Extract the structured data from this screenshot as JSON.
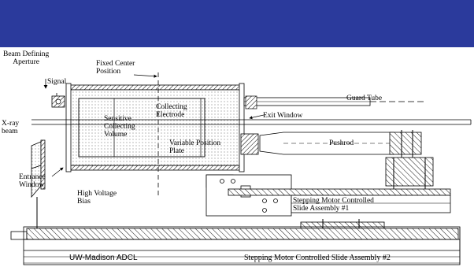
{
  "labels": {
    "beam_defining_aperture": "Beam Defining\nAperture",
    "signal": "Signal",
    "fixed_center_position": "Fixed Center\nPosition",
    "guard_tube": "Guard Tube",
    "collecting_electrode": "Collecting\nElectrode",
    "exit_window": "Exit Window",
    "sensitive_collecting_volume": "Sensitive\nCollecting\nVolume",
    "xray_beam": "X-ray\nbeam",
    "variable_position_plate": "Variable Position\nPlate",
    "pushrod": "Pushrod",
    "entrance_window": "Entrance\nWindow",
    "high_voltage_bias": "High Voltage\nBias",
    "stepping_motor_slide_1": "Stepping Motor Controlled\nSlide Assembly #1",
    "uw_madison_adcl": "UW-Madison ADCL",
    "stepping_motor_slide_2": "Stepping Motor Controlled Slide Assembly #2"
  },
  "colors": {
    "header": "#2b3a9c",
    "line": "#000000",
    "background": "#ffffff"
  }
}
